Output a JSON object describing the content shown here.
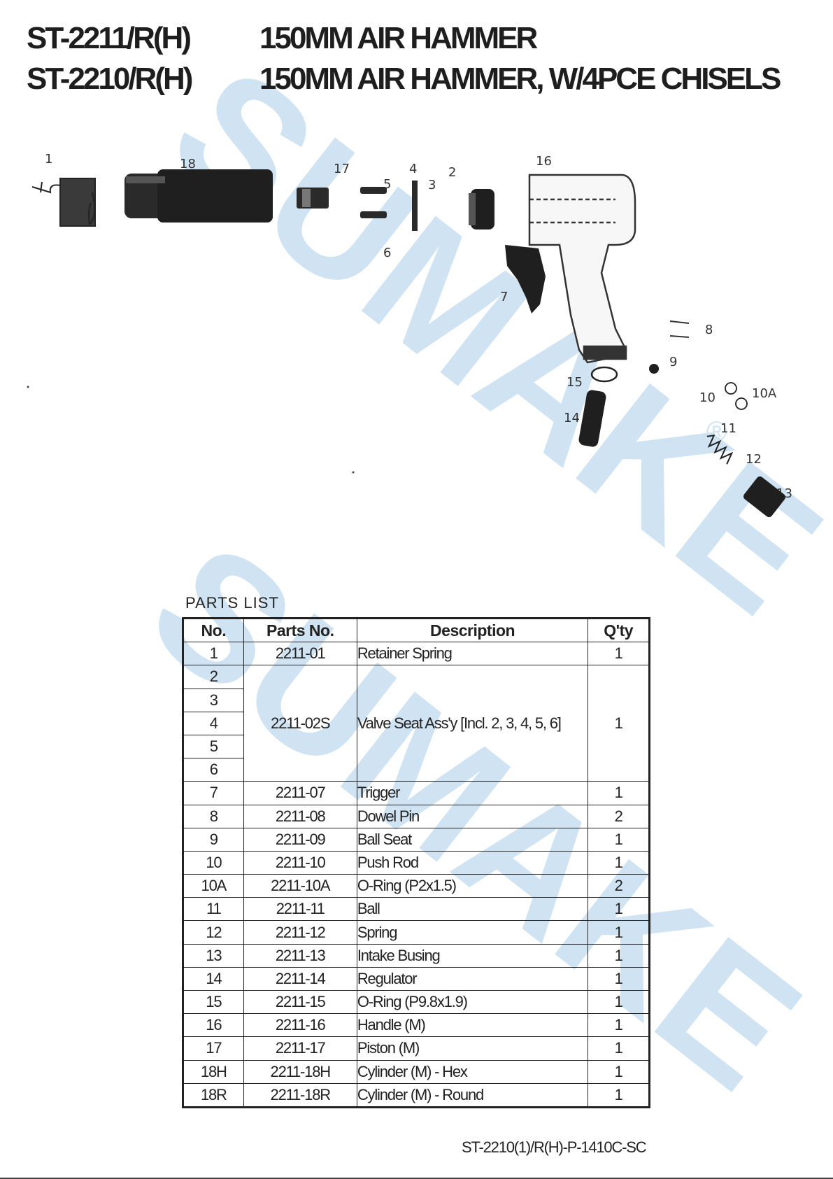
{
  "header": {
    "rows": [
      {
        "model": "ST-2211/R(H)",
        "name": "150MM AIR HAMMER"
      },
      {
        "model": "ST-2210/R(H)",
        "name": "150MM AIR HAMMER, W/4PCE CHISELS"
      }
    ]
  },
  "watermark": {
    "text": "SUMAKE",
    "mark": "®",
    "color": "#cfe3f2"
  },
  "diagram": {
    "callouts": [
      "1",
      "18",
      "17",
      "5",
      "4",
      "3",
      "2",
      "6",
      "16",
      "7",
      "8",
      "9",
      "15",
      "10",
      "10A",
      "14",
      "11",
      "12",
      "13"
    ]
  },
  "parts_list": {
    "caption": "PARTS LIST",
    "columns": [
      "No.",
      "Parts No.",
      "Description",
      "Q'ty"
    ],
    "rows": [
      {
        "no": "1",
        "part": "2211-01",
        "desc": "Retainer Spring",
        "qty": "1"
      },
      {
        "no": "2",
        "part": "2211-02S",
        "desc": "Valve Seat Ass'y [Incl. 2, 3, 4, 5, 6]",
        "qty": "1"
      },
      {
        "no": "3"
      },
      {
        "no": "4"
      },
      {
        "no": "5"
      },
      {
        "no": "6"
      },
      {
        "no": "7",
        "part": "2211-07",
        "desc": "Trigger",
        "qty": "1"
      },
      {
        "no": "8",
        "part": "2211-08",
        "desc": "Dowel Pin",
        "qty": "2"
      },
      {
        "no": "9",
        "part": "2211-09",
        "desc": "Ball Seat",
        "qty": "1"
      },
      {
        "no": "10",
        "part": "2211-10",
        "desc": "Push Rod",
        "qty": "1"
      },
      {
        "no": "10A",
        "part": "2211-10A",
        "desc": "O-Ring (P2x1.5)",
        "qty": "2"
      },
      {
        "no": "11",
        "part": "2211-11",
        "desc": "Ball",
        "qty": "1"
      },
      {
        "no": "12",
        "part": "2211-12",
        "desc": "Spring",
        "qty": "1"
      },
      {
        "no": "13",
        "part": "2211-13",
        "desc": "Intake Busing",
        "qty": "1"
      },
      {
        "no": "14",
        "part": "2211-14",
        "desc": "Regulator",
        "qty": "1"
      },
      {
        "no": "15",
        "part": "2211-15",
        "desc": "O-Ring (P9.8x1.9)",
        "qty": "1"
      },
      {
        "no": "16",
        "part": "2211-16",
        "desc": "Handle (M)",
        "qty": "1"
      },
      {
        "no": "17",
        "part": "2211-17",
        "desc": "Piston (M)",
        "qty": "1"
      },
      {
        "no": "18H",
        "part": "2211-18H",
        "desc": "Cylinder (M) - Hex",
        "qty": "1"
      },
      {
        "no": "18R",
        "part": "2211-18R",
        "desc": "Cylinder (M) - Round",
        "qty": "1"
      }
    ]
  },
  "footer": {
    "code": "ST-2210(1)/R(H)-P-1410C-SC"
  }
}
